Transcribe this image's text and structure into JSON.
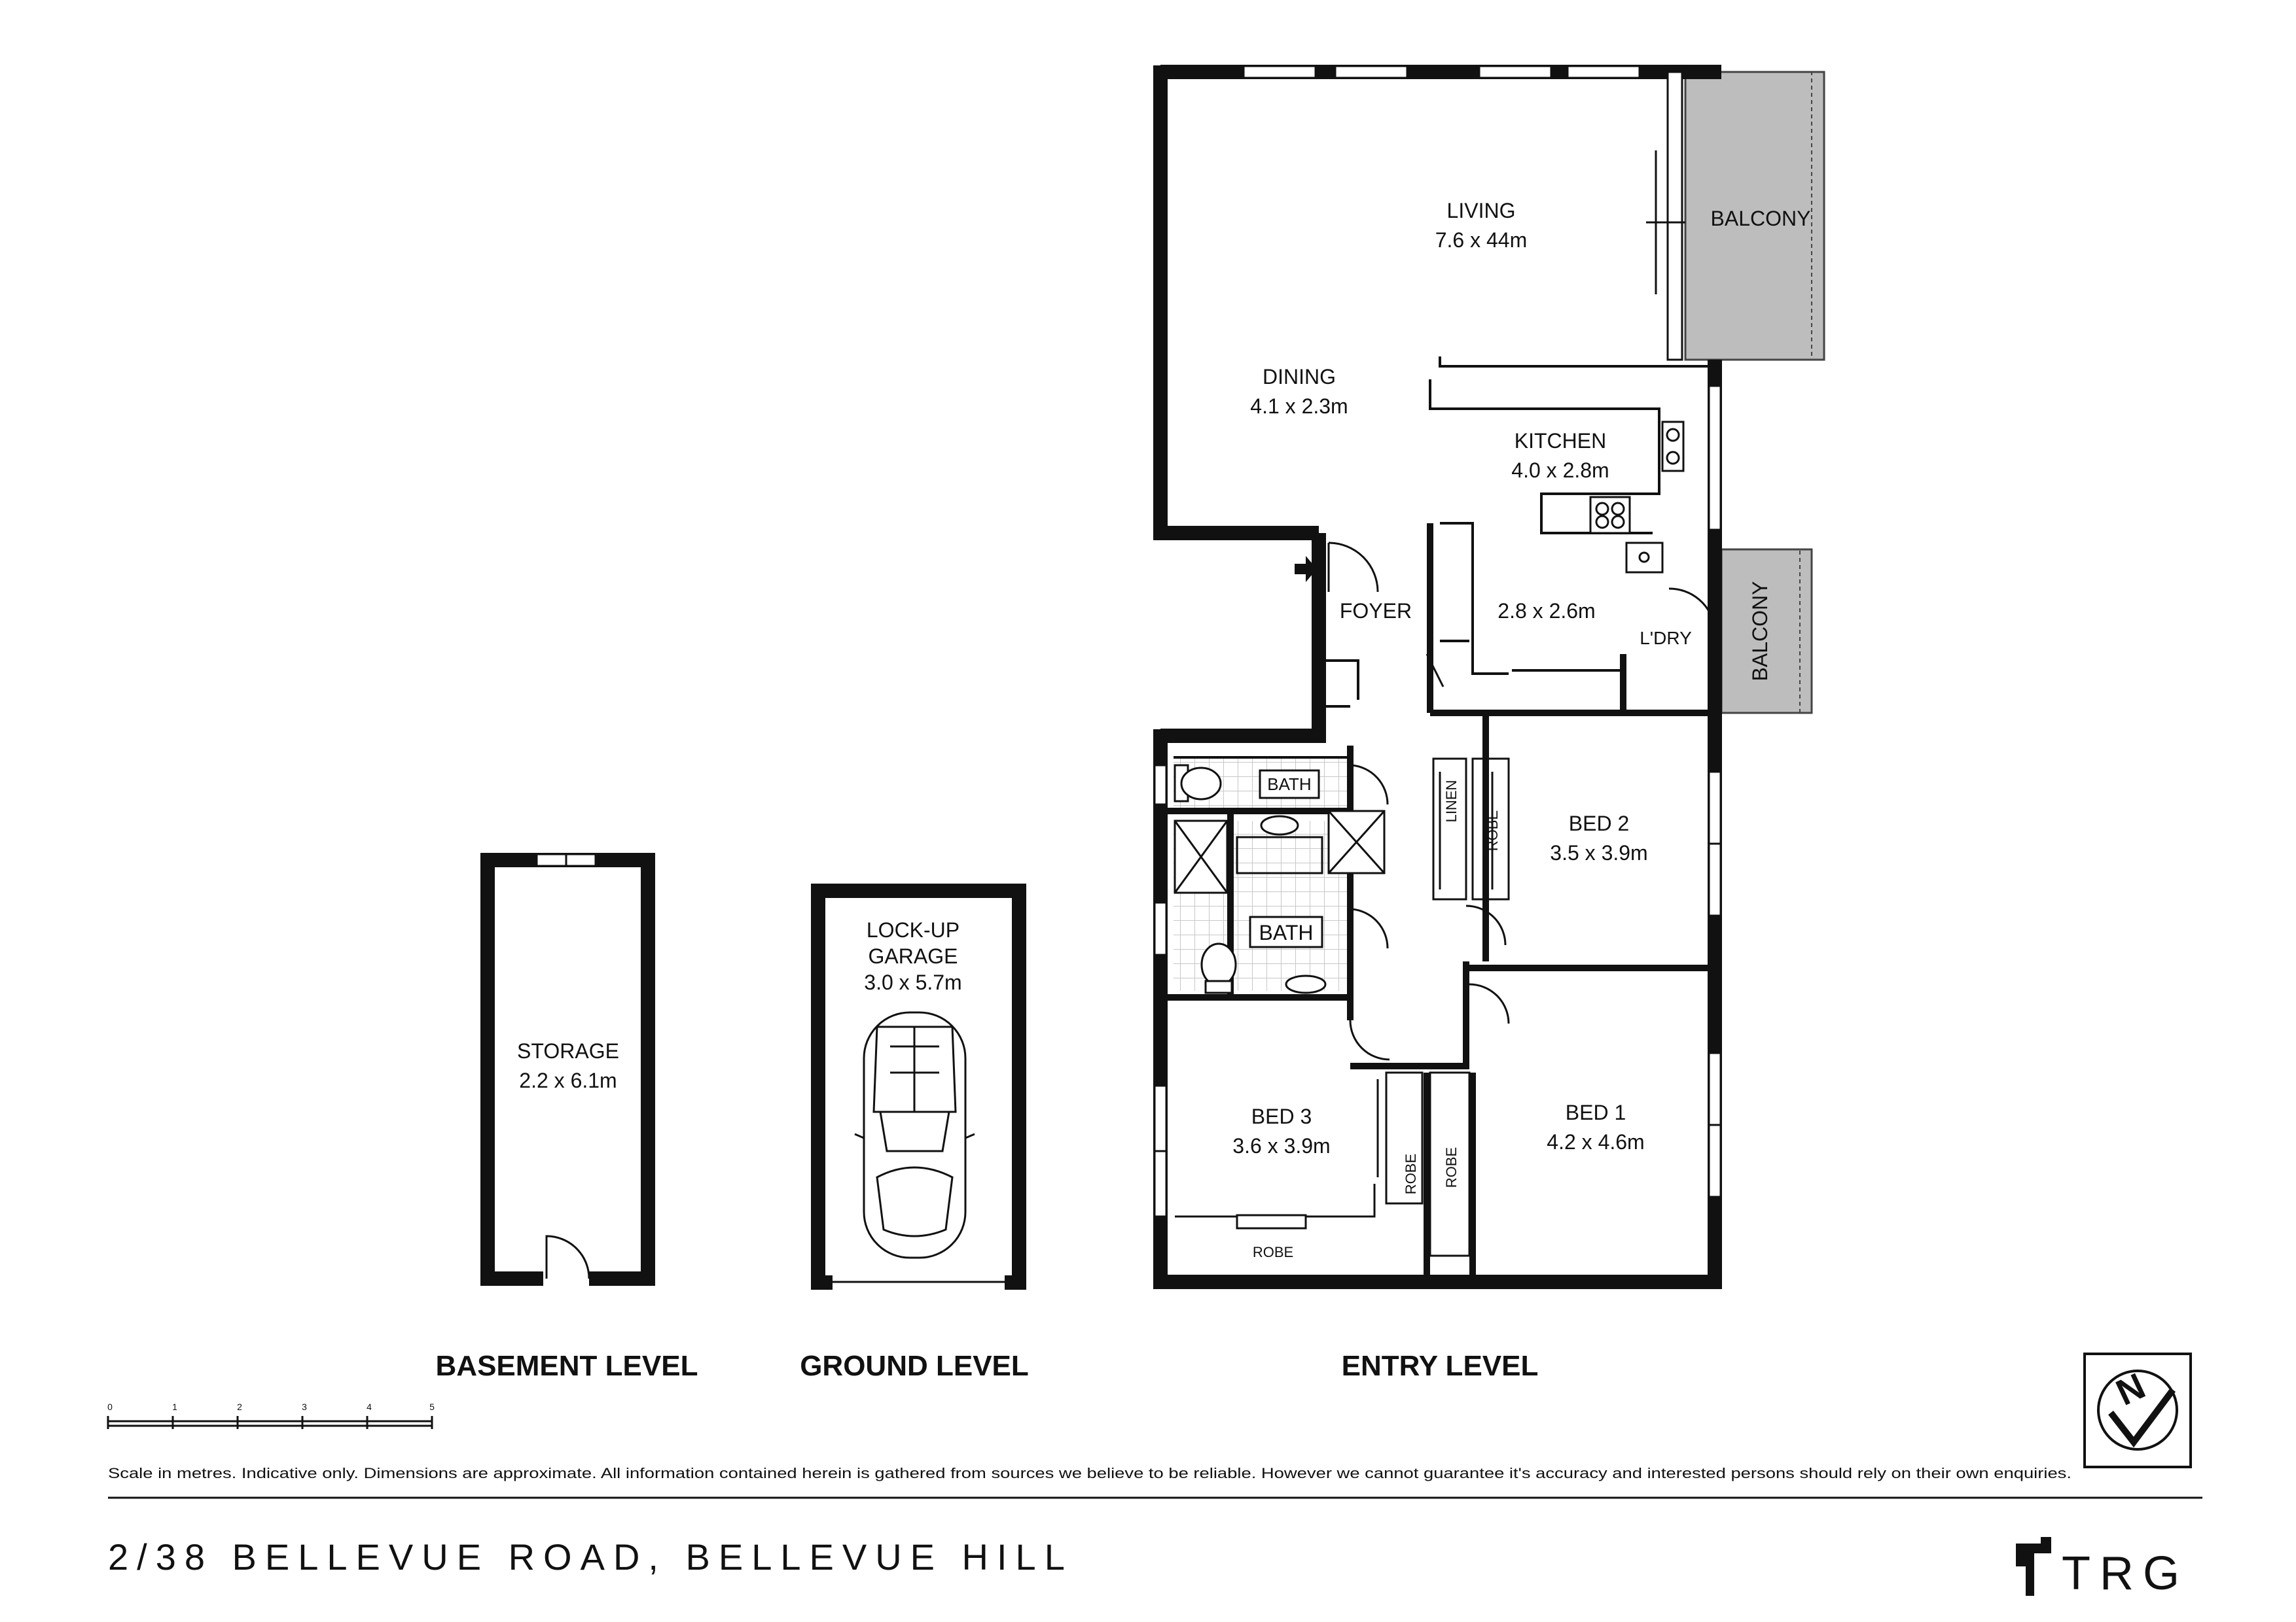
{
  "rooms": {
    "living": {
      "name": "LIVING",
      "size": "7.6 x 44m"
    },
    "dining": {
      "name": "DINING",
      "size": "4.1 x 2.3m"
    },
    "kitchen": {
      "name": "KITCHEN",
      "size": "4.0 x 2.8m"
    },
    "study": {
      "size": "2.8 x 2.6m"
    },
    "foyer": {
      "name": "FOYER"
    },
    "laundry": {
      "name": "L'DRY"
    },
    "balcony_main": {
      "name": "BALCONY"
    },
    "balcony_side": {
      "name": "BALCONY"
    },
    "bath_upper": {
      "name": "BATH"
    },
    "bath_lower": {
      "name": "BATH"
    },
    "linen": {
      "name": "LINEN"
    },
    "robe_bed2": {
      "name": "ROBE"
    },
    "bed2": {
      "name": "BED 2",
      "size": "3.5 x 3.9m"
    },
    "bed1": {
      "name": "BED 1",
      "size": "4.2 x 4.6m"
    },
    "bed3": {
      "name": "BED 3",
      "size": "3.6 x 3.9m"
    },
    "robe_bed3_side": {
      "name": "ROBE"
    },
    "robe_bed1": {
      "name": "ROBE"
    },
    "robe_bed3_bottom": {
      "name": "ROBE"
    },
    "storage": {
      "name": "STORAGE",
      "size": "2.2 x 6.1m"
    },
    "garage": {
      "line1": "LOCK-UP",
      "line2": "GARAGE",
      "size": "3.0 x 5.7m"
    }
  },
  "levels": {
    "basement": "BASEMENT LEVEL",
    "ground": "GROUND LEVEL",
    "entry": "ENTRY LEVEL"
  },
  "scale": {
    "ticks": [
      "0",
      "1",
      "2",
      "3",
      "4",
      "5"
    ]
  },
  "disclaimer": "Scale in metres. Indicative only. Dimensions are approximate. All information contained herein is gathered from sources we believe to be reliable. However we cannot guarantee it's accuracy and interested persons should rely on their own enquiries.",
  "address": "2/38 BELLEVUE ROAD, BELLEVUE HILL",
  "compass": {
    "label": "N"
  },
  "brand": {
    "name": "TRG"
  },
  "colors": {
    "wall": "#111111",
    "balcony": "#bdbdbd",
    "tile_grid": "#c8c8c8"
  }
}
